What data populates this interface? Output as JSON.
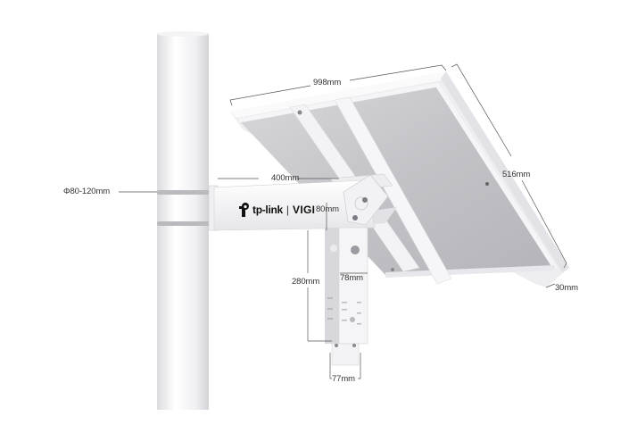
{
  "product": {
    "brand_logo": "tp-link-logo-icon",
    "brand_name": "tp-link",
    "brand_separator": "|",
    "sub_brand": "VIGI"
  },
  "dimensions": {
    "panel_width": "998mm",
    "panel_height": "516mm",
    "panel_depth": "30mm",
    "pole_diameter": "Φ80-120mm",
    "arm_length": "400mm",
    "arm_height": "80mm",
    "bracket_height": "280mm",
    "bracket_width": "78mm",
    "mount_width": "77mm"
  },
  "colors": {
    "background": "#ffffff",
    "pole": "#f2f2f4",
    "panel_frame": "#f7f7f9",
    "panel_back": "#c9c9cd",
    "bracket": "#f4f4f6",
    "dim_line": "#555555",
    "label": "#333333"
  }
}
